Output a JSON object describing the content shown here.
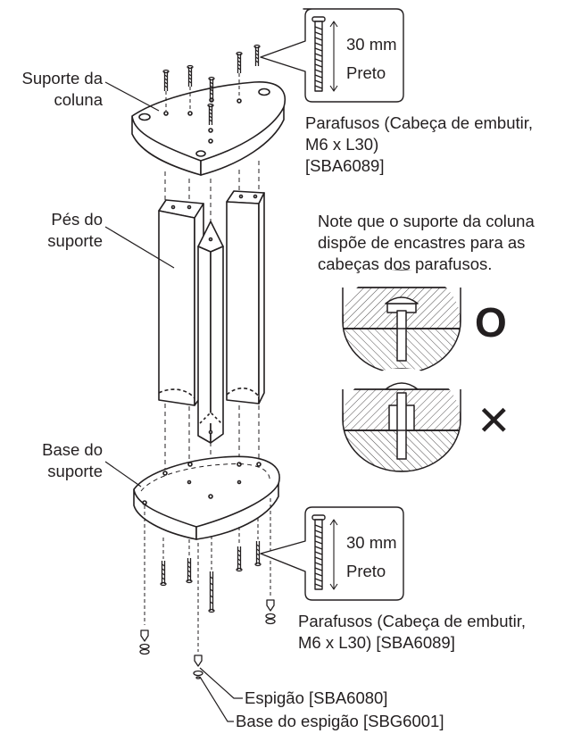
{
  "labels": {
    "column_support": [
      "Suporte da",
      "coluna"
    ],
    "support_feet": [
      "Pés do",
      "suporte"
    ],
    "support_base": [
      "Base do",
      "suporte"
    ],
    "screws_top": [
      "Parafusos (Cabeça de embutir,",
      "M6 x L30)",
      "[SBA6089]"
    ],
    "screws_bottom": [
      "Parafusos (Cabeça de embutir,",
      "M6 x L30) [SBA6089]"
    ],
    "spike": "Espigão [SBA6080]",
    "spike_base": "Base do espigão [SBG6001]"
  },
  "callout_top": {
    "length": "30 mm",
    "color": "Preto"
  },
  "callout_bottom": {
    "length": "30 mm",
    "color": "Preto"
  },
  "note": [
    "Note que o suporte da coluna",
    "dispõe de encastres para as",
    "cabeças dos parafusos."
  ],
  "marks": {
    "correct": "O",
    "incorrect": "✕"
  }
}
